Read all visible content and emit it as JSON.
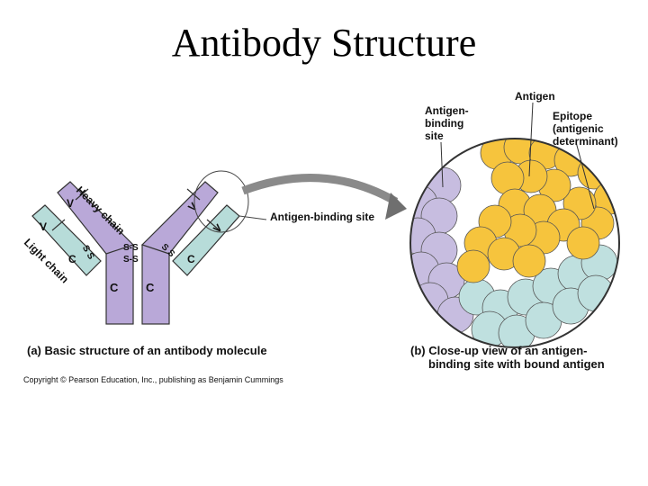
{
  "title": "Antibody Structure",
  "panel_a": {
    "caption_letter": "(a)",
    "caption": "Basic structure of an antibody molecule",
    "heavy_chain": "Heavy chain",
    "light_chain": "Light chain",
    "variable": "V",
    "constant": "C",
    "disulfide": "S-S",
    "disulfide_short": "S S",
    "site_label": "Antigen-binding site"
  },
  "panel_b": {
    "caption_letter": "(b)",
    "caption_line1": "Close-up view of an antigen-",
    "caption_line2": "binding site with bound antigen",
    "antigen": "Antigen",
    "site_line1": "Antigen-",
    "site_line2": "binding",
    "site_line3": "site",
    "epitope_line1": "Epitope",
    "epitope_line2": "(antigenic",
    "epitope_line3": "determinant)"
  },
  "copyright": "Copyright © Pearson Education, Inc., publishing as Benjamin Cummings",
  "colors": {
    "heavy": "#b9a8d8",
    "light": "#b7dcd9",
    "antigen": "#f6c43d",
    "outline": "#333333"
  }
}
